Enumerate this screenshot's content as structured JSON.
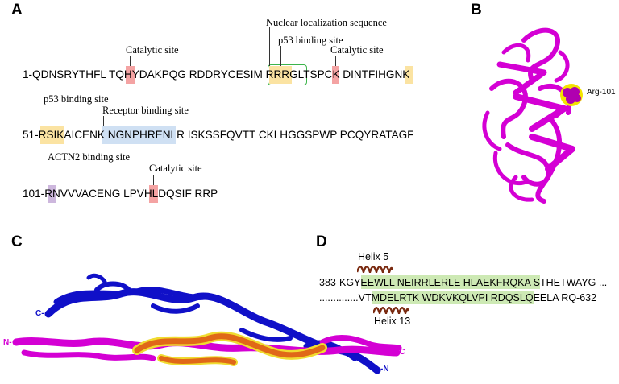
{
  "panels": {
    "a": "A",
    "b": "B",
    "c": "C",
    "d": "D"
  },
  "panel_a": {
    "line1": "1-QDNSRYTHFL TQHYDAKPQG RDDRYCESIM RRRGLTSPCK DINTFIHGNK",
    "line2": "51-RSIKAICENK NGNPHRENLR ISKSSFQVTT CKLHGGSPWP PCQYRATAGF",
    "line3": "101-RNVVVACENG LPVHLDQSIF RRP",
    "labels": {
      "catalytic_1": "Catalytic site",
      "nls": "Nuclear localization sequence",
      "p53_1": "p53 binding site",
      "catalytic_2": "Catalytic site",
      "p53_2": "p53 binding site",
      "receptor": "Receptor binding site",
      "actn2": "ACTN2 binding site",
      "catalytic_3": "Catalytic site"
    }
  },
  "panel_b": {
    "residue_label": "Arg-101"
  },
  "panel_c": {
    "c_term_left": "C-",
    "n_term_left": "N-",
    "c_term_right": "-C",
    "n_term_right": "-N"
  },
  "panel_d": {
    "helix_top": "Helix 5",
    "helix_bottom": "Helix 13",
    "line1": "383-KGYEEWLL NEIRRLERLE HLAEKFRQKA STHETWAYG ...",
    "line2": "..............VTMDELRTK WDKVKQLVPI RDQSLQEELA RQ-632"
  },
  "colors": {
    "magenta": "#d400d4",
    "blue": "#1010c8",
    "yellow": "#f0dc30",
    "orange": "#e07020",
    "green_hl": "#cde9b4"
  }
}
